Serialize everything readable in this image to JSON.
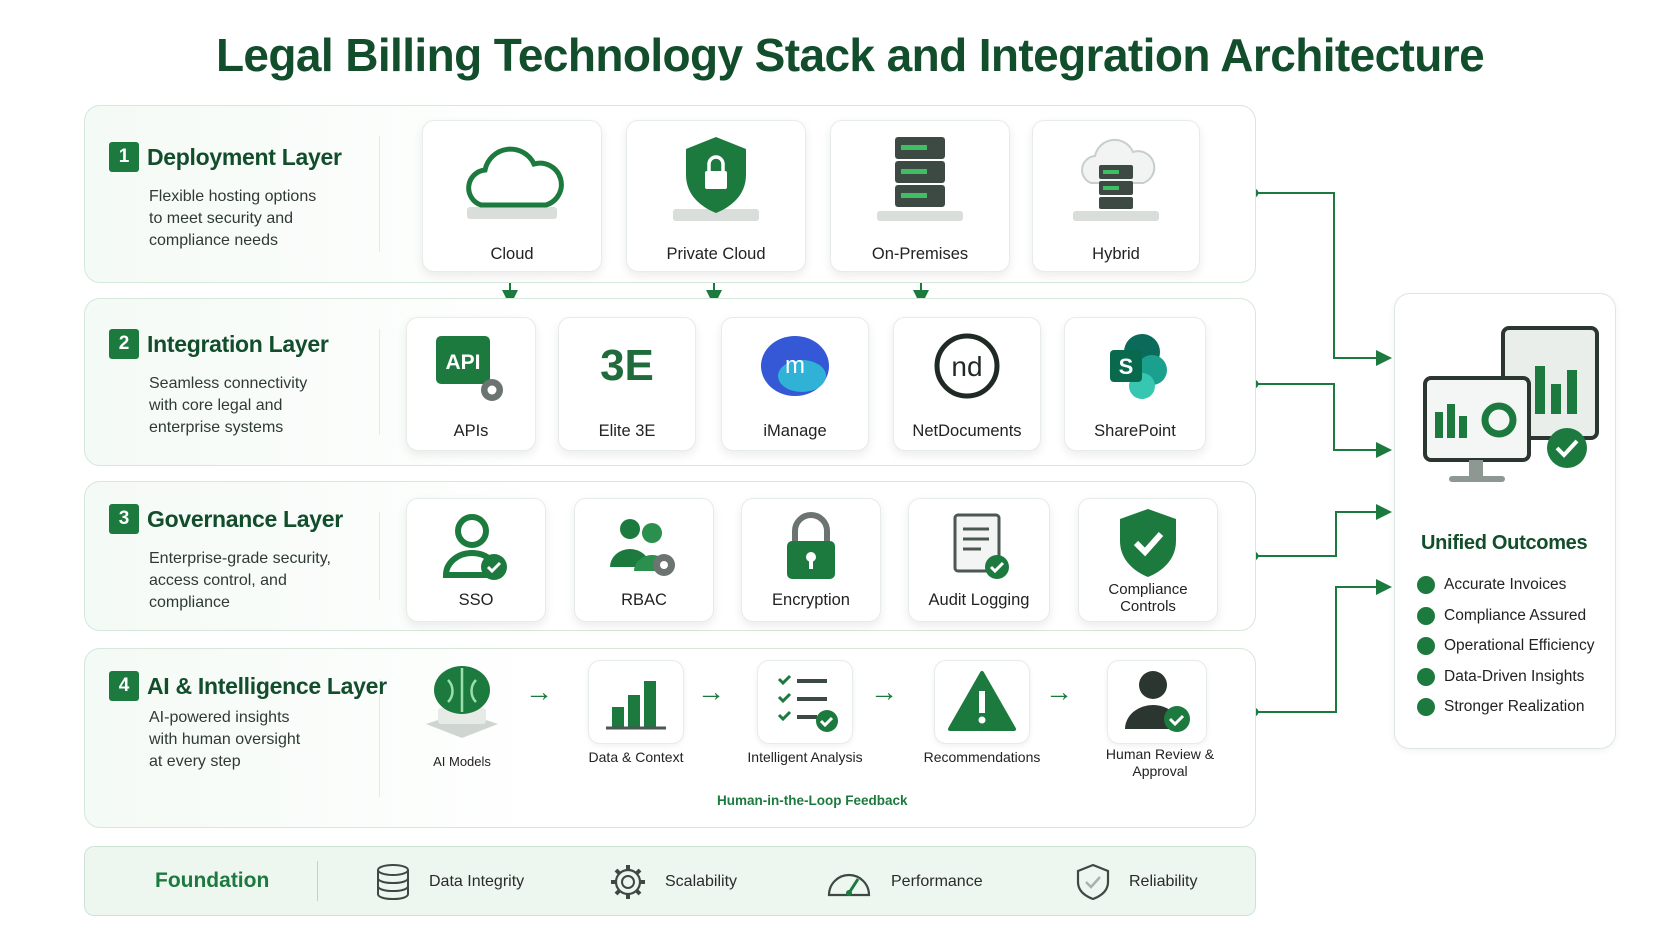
{
  "title": "Legal Billing Technology Stack and Integration Architecture",
  "colors": {
    "primary": "#1d7a3e",
    "dark": "#124d2c",
    "border": "#d5e8da"
  },
  "layers": [
    {
      "num": "1",
      "title": "Deployment Layer",
      "desc": [
        "Flexible hosting options",
        "to meet security and",
        "compliance needs"
      ],
      "items": [
        {
          "label": "Cloud",
          "icon": "cloud-icon"
        },
        {
          "label": "Private Cloud",
          "icon": "shield-lock-icon"
        },
        {
          "label": "On-Premises",
          "icon": "server-icon"
        },
        {
          "label": "Hybrid",
          "icon": "cloud-server-icon"
        }
      ]
    },
    {
      "num": "2",
      "title": "Integration Layer",
      "desc": [
        "Seamless connectivity",
        "with core legal and",
        "enterprise systems"
      ],
      "items": [
        {
          "label": "APIs",
          "icon": "api-gear-icon",
          "glyph": "API"
        },
        {
          "label": "Elite 3E",
          "icon": "elite-3e-logo",
          "glyph": "3E"
        },
        {
          "label": "iManage",
          "icon": "imanage-logo",
          "glyph": "m"
        },
        {
          "label": "NetDocuments",
          "icon": "netdocuments-logo",
          "glyph": "nd"
        },
        {
          "label": "SharePoint",
          "icon": "sharepoint-logo",
          "glyph": "S"
        }
      ]
    },
    {
      "num": "3",
      "title": "Governance Layer",
      "desc": [
        "Enterprise-grade security,",
        "access control, and",
        "compliance"
      ],
      "items": [
        {
          "label": "SSO",
          "icon": "user-check-icon"
        },
        {
          "label": "RBAC",
          "icon": "users-gear-icon"
        },
        {
          "label": "Encryption",
          "icon": "padlock-icon"
        },
        {
          "label": "Audit Logging",
          "icon": "document-check-icon"
        },
        {
          "label": "Compliance Controls",
          "icon": "shield-check-icon"
        }
      ]
    },
    {
      "num": "4",
      "title": "AI & Intelligence Layer",
      "desc": [
        "AI-powered insights",
        "with human oversight",
        "at every step"
      ],
      "items": [
        {
          "label": "AI Models",
          "icon": "brain-chip-icon"
        },
        {
          "label": "Data & Context",
          "icon": "bar-chart-icon"
        },
        {
          "label": "Intelligent Analysis",
          "icon": "checklist-icon"
        },
        {
          "label": "Recommendations",
          "icon": "warning-icon"
        },
        {
          "label": "Human Review & Approval",
          "icon": "user-approve-icon"
        }
      ],
      "feedback": "Human-in-the-Loop Feedback"
    }
  ],
  "foundation": {
    "title": "Foundation",
    "items": [
      {
        "label": "Data Integrity",
        "icon": "database-icon"
      },
      {
        "label": "Scalability",
        "icon": "gear-icon"
      },
      {
        "label": "Performance",
        "icon": "gauge-icon"
      },
      {
        "label": "Reliability",
        "icon": "shield-icon"
      }
    ]
  },
  "outcomes": {
    "title": "Unified Outcomes",
    "icon": "dashboard-monitors-icon",
    "items": [
      "Accurate Invoices",
      "Compliance Assured",
      "Operational Efficiency",
      "Data-Driven Insights",
      "Stronger Realization"
    ]
  }
}
